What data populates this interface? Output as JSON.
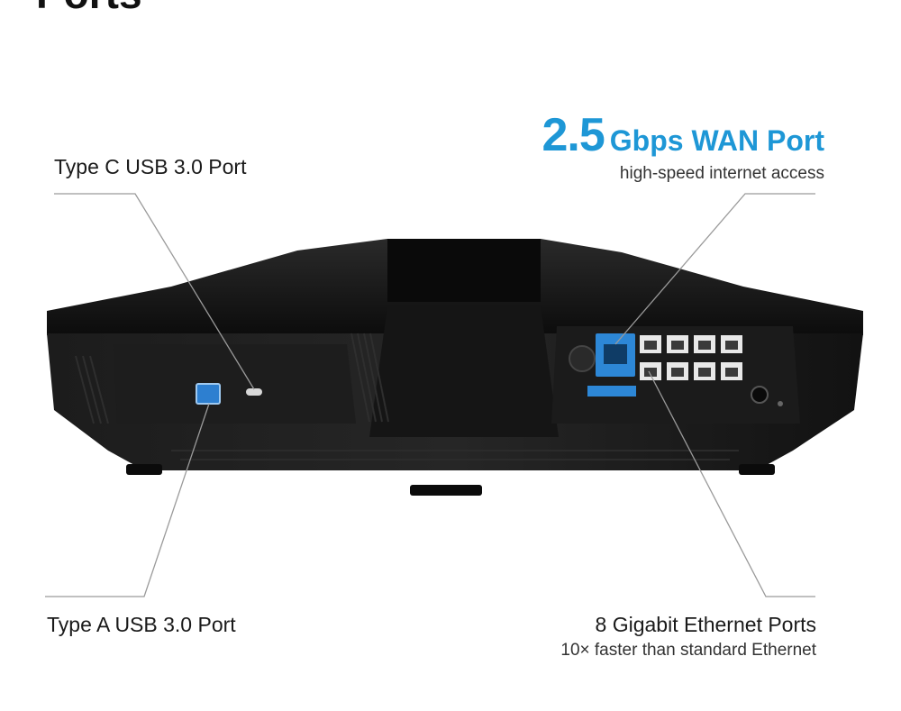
{
  "heading_fragment": "Ports",
  "labels": {
    "type_c": "Type C USB 3.0 Port",
    "type_a": "Type A USB 3.0 Port",
    "wan_big": "2.5",
    "wan_rest": "Gbps WAN Port",
    "wan_sub": "high-speed internet access",
    "eth_title": "8 Gigabit Ethernet Ports",
    "eth_sub": "10× faster than standard Ethernet"
  },
  "colors": {
    "accent": "#1e97d6",
    "device": "#141414",
    "background": "#ffffff"
  }
}
